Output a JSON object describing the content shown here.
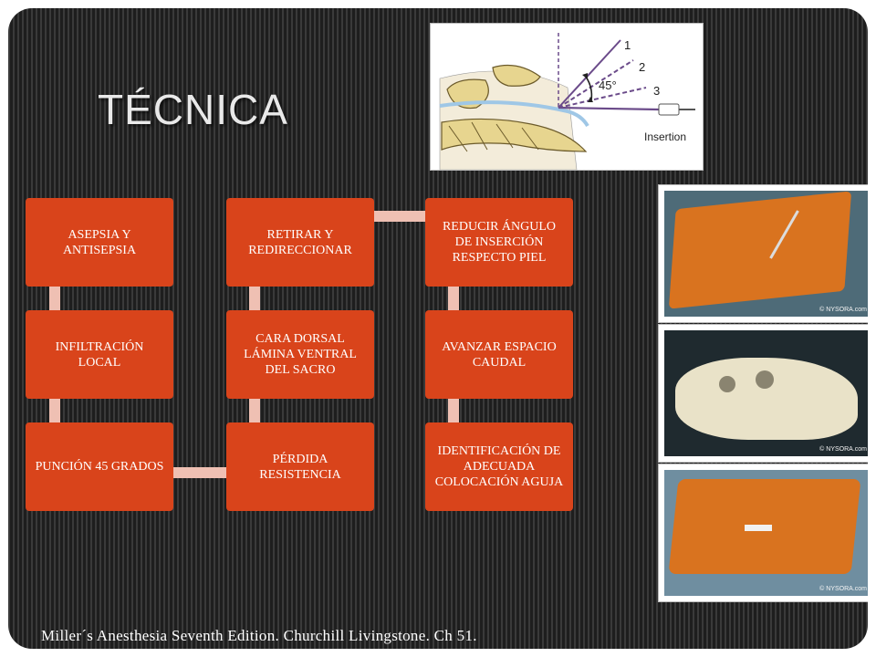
{
  "title": "TÉCNICA",
  "diagram": {
    "columns": [
      [
        "ASEPSIA Y ANTISEPSIA",
        "INFILTRACIÓN LOCAL",
        "PUNCIÓN 45 GRADOS"
      ],
      [
        "RETIRAR Y REDIRECCIONAR",
        "CARA DORSAL LÁMINA VENTRAL DEL SACRO",
        "PÉRDIDA RESISTENCIA"
      ],
      [
        "REDUCIR ÁNGULO DE INSERCIÓN RESPECTO PIEL",
        "AVANZAR ESPACIO CAUDAL",
        "IDENTIFICACIÓN DE ADECUADA COLOCACIÓN AGUJA"
      ]
    ],
    "box_color": "#d9441b",
    "connector_color": "#efc0b3"
  },
  "illustration": {
    "angle_label": "45°",
    "position_labels": [
      "1",
      "2",
      "3"
    ],
    "caption": "Insertion"
  },
  "photos": {
    "watermark": "© NYSORA.com"
  },
  "citation": "Miller´s Anesthesia Seventh Edition. Churchill Livingstone. Ch 51."
}
